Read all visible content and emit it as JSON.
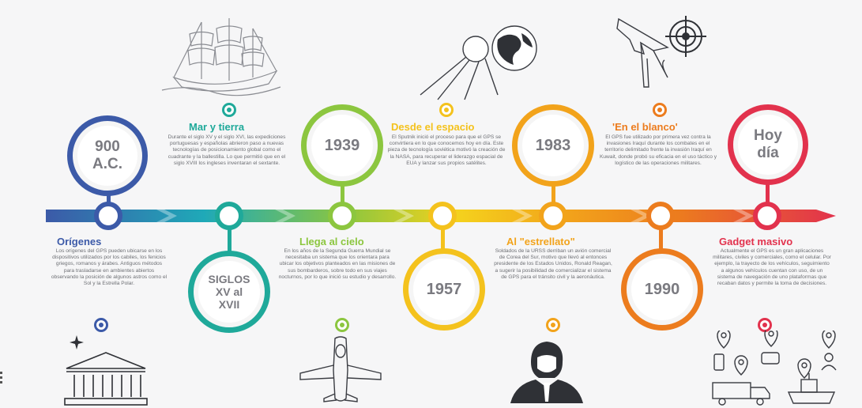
{
  "milestones": [
    {
      "id": "origenes",
      "bubble": [
        "900",
        "A.C."
      ],
      "heading": "Orígenes",
      "color": "#3c5aa8",
      "text": "Los orígenes del GPS pueden ubicarse en los dispositivos utilizados por los cabiles, los fenicios griegos, romanos y árabes. Antiguos métodos para trasladarse en ambientes abiertos observando la posición de algunos astros como el Sol y la Estrella Polar."
    },
    {
      "id": "mar-tierra",
      "bubble": [
        "SIGLOS",
        "XV al",
        "XVII"
      ],
      "heading": "Mar y tierra",
      "color": "#1fa99a",
      "text": "Durante el siglo XV y el siglo XVI, las expediciones portuguesas y españolas abrieron paso a nuevas tecnologías de posicionamiento global como el cuadrante y la ballestilla. Lo que permitió que en el siglo XVIII los ingleses inventaran el sextante."
    },
    {
      "id": "llega-cielo",
      "bubble": [
        "1939"
      ],
      "heading": "Llega al cielo",
      "color": "#8cc63f",
      "text": "En los años de la Segunda Guerra Mundial se necesitaba un sistema que los orientara para ubicar los objetivos planteados en las misiones de sus bombarderos, sobre todo en sus viajes nocturnos, por lo que inició su estudio y desarrollo."
    },
    {
      "id": "desde-espacio",
      "bubble": [
        "1957"
      ],
      "heading": "Desde el espacio",
      "color": "#f4c21d",
      "text": "El Sputnik inició el proceso para que el GPS se convirtiera en lo que conocemos hoy en día. Este pieza de tecnología soviética motivó la creación de la NASA, para recuperar el liderazgo espacial de EUA y lanzar sus propios satélites."
    },
    {
      "id": "estrellato",
      "bubble": [
        "1983"
      ],
      "heading": "Al \"estrellato\"",
      "color": "#f2a31b",
      "text": "Soldados de la URSS derriban un avión comercial de Corea del Sur, motivo que llevó al entonces presidente de los Estados Unidos, Ronald Reagan, a sugerir la posibilidad de comercializar el sistema de GPS para el tránsito civil y la aeronáutica."
    },
    {
      "id": "en-blanco",
      "bubble": [
        "1990"
      ],
      "heading": "'En el blanco'",
      "color": "#ec7c1e",
      "text": "El GPS fue utilizado por primera vez contra la invasiones Iraquí durante los combates en el territorio delimitado frente la invasión Iraquí en Kuwait, donde probó su eficacia en el uso táctico y logístico de las operaciones militares."
    },
    {
      "id": "gadget",
      "bubble": [
        "Hoy",
        "día"
      ],
      "heading": "Gadget masivo",
      "color": "#e2324d",
      "text": "Actualmente el GPS es un gran aplicaciones militares, civiles y comerciales, como el celular. Por ejemplo, la trayecto de los vehículos, seguimiento a algunos vehículos cuentan con uso, de un sistema de navegación de uno plataformas que recaban datos y permite la toma de decisiones."
    }
  ],
  "icons": [
    "ship-icon",
    "satellite-icon",
    "globe-icon",
    "jet-icon",
    "target-icon",
    "temple-icon",
    "compass-rose-icon",
    "airplane-icon",
    "reagan-portrait-icon",
    "delivery-icons"
  ]
}
